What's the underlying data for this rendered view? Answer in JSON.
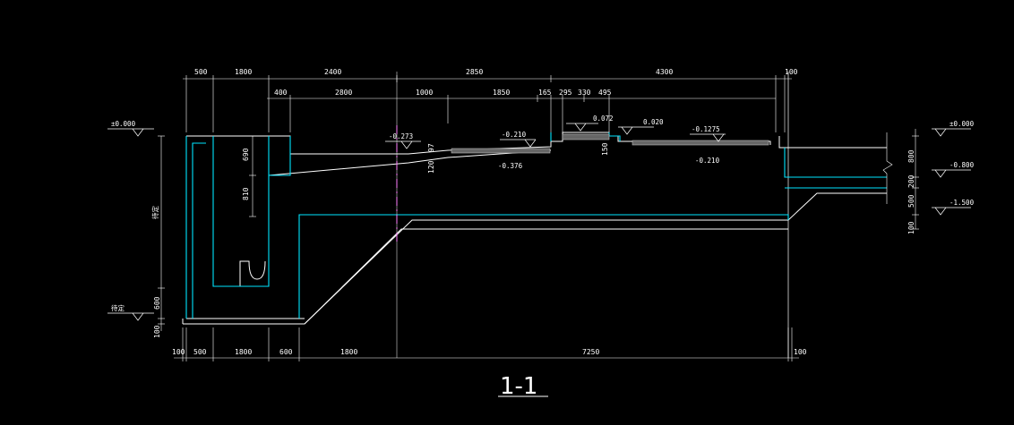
{
  "drawing": {
    "section_title": "1-1",
    "colors": {
      "background": "#000000",
      "outline": "#ffffff",
      "wall": "#00e5ff",
      "axis": "#ff00ff",
      "hatch": "#9a9a9a"
    },
    "top_dims_row1": [
      "500",
      "1800",
      "2400",
      "2850",
      "4300",
      "100"
    ],
    "top_dims_row2": [
      "400",
      "2800",
      "1000",
      "1850",
      "165",
      "295",
      "330",
      "495"
    ],
    "bottom_dims": [
      "100",
      "500",
      "1800",
      "600",
      "1800",
      "7250",
      "100"
    ],
    "left_dims": [
      "690",
      "810",
      "600",
      "100"
    ],
    "right_dims": [
      "800",
      "200",
      "500",
      "100"
    ],
    "small_dims": [
      "97",
      "120",
      "150"
    ],
    "left_levels": [
      "±0.000",
      "待定",
      "待定"
    ],
    "right_levels": [
      "±0.000",
      "-0.800",
      "-1.500"
    ],
    "inner_levels": [
      "-0.273",
      "-0.210",
      "-0.376",
      "0.072",
      "0.020",
      "-0.1275",
      "-0.210"
    ]
  }
}
